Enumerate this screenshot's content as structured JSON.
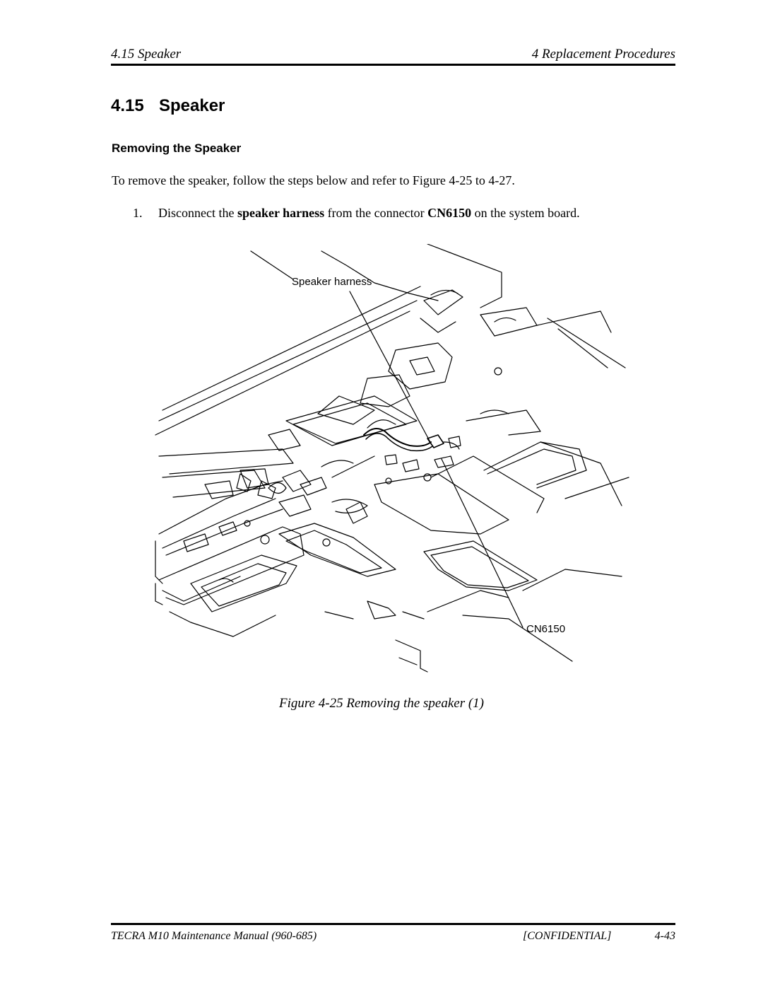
{
  "header": {
    "left": "4.15 Speaker",
    "right": "4 Replacement Procedures"
  },
  "section": {
    "number": "4.15",
    "title": "Speaker",
    "subtitle": "Removing the Speaker"
  },
  "body": {
    "intro": "To remove the speaker, follow the steps below and refer to Figure 4-25 to 4-27.",
    "steps": [
      {
        "num": "1.",
        "text_before": "Disconnect the ",
        "bold1": "speaker harness",
        "text_mid": " from the connector ",
        "bold2": "CN6150",
        "text_after": " on the system board."
      }
    ]
  },
  "figure": {
    "callout_harness": "Speaker harness",
    "callout_connector": "CN6150",
    "caption": "Figure 4-25   Removing the speaker (1)"
  },
  "footer": {
    "left": "TECRA M10 Maintenance Manual (960-685)",
    "confidential": "[CONFIDENTIAL]",
    "page": "4-43"
  }
}
